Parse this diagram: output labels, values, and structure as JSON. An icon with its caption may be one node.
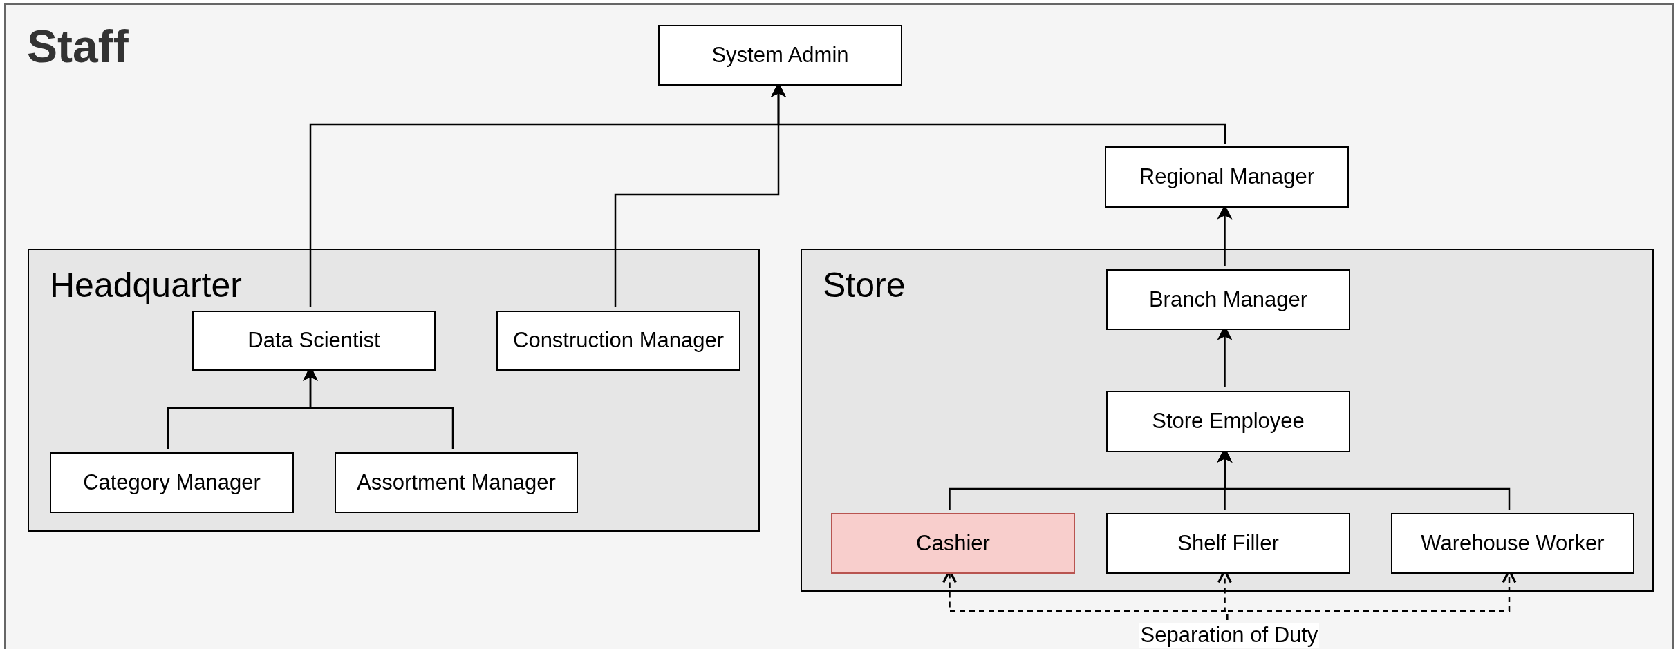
{
  "diagram": {
    "nodes": [
      {
        "text": [
          "Staff"
        ]
      },
      {
        "text": [
          "System Admin"
        ],
        "in": 0
      },
      {
        "text": [
          "Regional Manager"
        ],
        "in": 0
      },
      {
        "text": [
          "Headquarter"
        ],
        "in": 0
      },
      {
        "text": [
          "Data Scientist"
        ],
        "in": 3
      },
      {
        "text": [
          "Construction Manager"
        ],
        "in": 3
      },
      {
        "text": [
          "Category Manager"
        ],
        "in": 3
      },
      {
        "text": [
          "Assortment Manager"
        ],
        "in": 3
      },
      {
        "text": [
          "Store"
        ],
        "in": 0
      },
      {
        "text": [
          "Branch Manager"
        ],
        "in": 8
      },
      {
        "text": [
          "Store Employee"
        ],
        "in": 8
      },
      {
        "text": [
          "Cashier"
        ],
        "in": 8
      },
      {
        "text": [
          "Shelf Filler"
        ],
        "in": 8
      },
      {
        "text": [
          "Warehouse Worker"
        ],
        "in": 8
      },
      {
        "text": [
          "Separation of Duty"
        ],
        "in": 0
      }
    ],
    "edges": [
      {
        "from": 4,
        "to": 1,
        "arrow": "to"
      },
      {
        "from": 5,
        "to": 1,
        "arrow": "to"
      },
      {
        "from": 2,
        "to": 1,
        "arrow": "to"
      },
      {
        "from": 6,
        "to": 4,
        "arrow": "to"
      },
      {
        "from": 7,
        "to": 4,
        "arrow": "to"
      },
      {
        "from": 9,
        "to": 2,
        "arrow": "to"
      },
      {
        "from": 10,
        "to": 9,
        "arrow": "to"
      },
      {
        "from": 11,
        "to": 10,
        "arrow": "to"
      },
      {
        "from": 12,
        "to": 10,
        "arrow": "to"
      },
      {
        "from": 13,
        "to": 10,
        "arrow": "to"
      },
      {
        "from": 14,
        "to": 11,
        "arrow": "to",
        "style": "dashed"
      },
      {
        "from": 14,
        "to": 12,
        "arrow": "to",
        "style": "dashed"
      },
      {
        "from": 14,
        "to": 13,
        "arrow": "to",
        "style": "dashed"
      }
    ]
  }
}
